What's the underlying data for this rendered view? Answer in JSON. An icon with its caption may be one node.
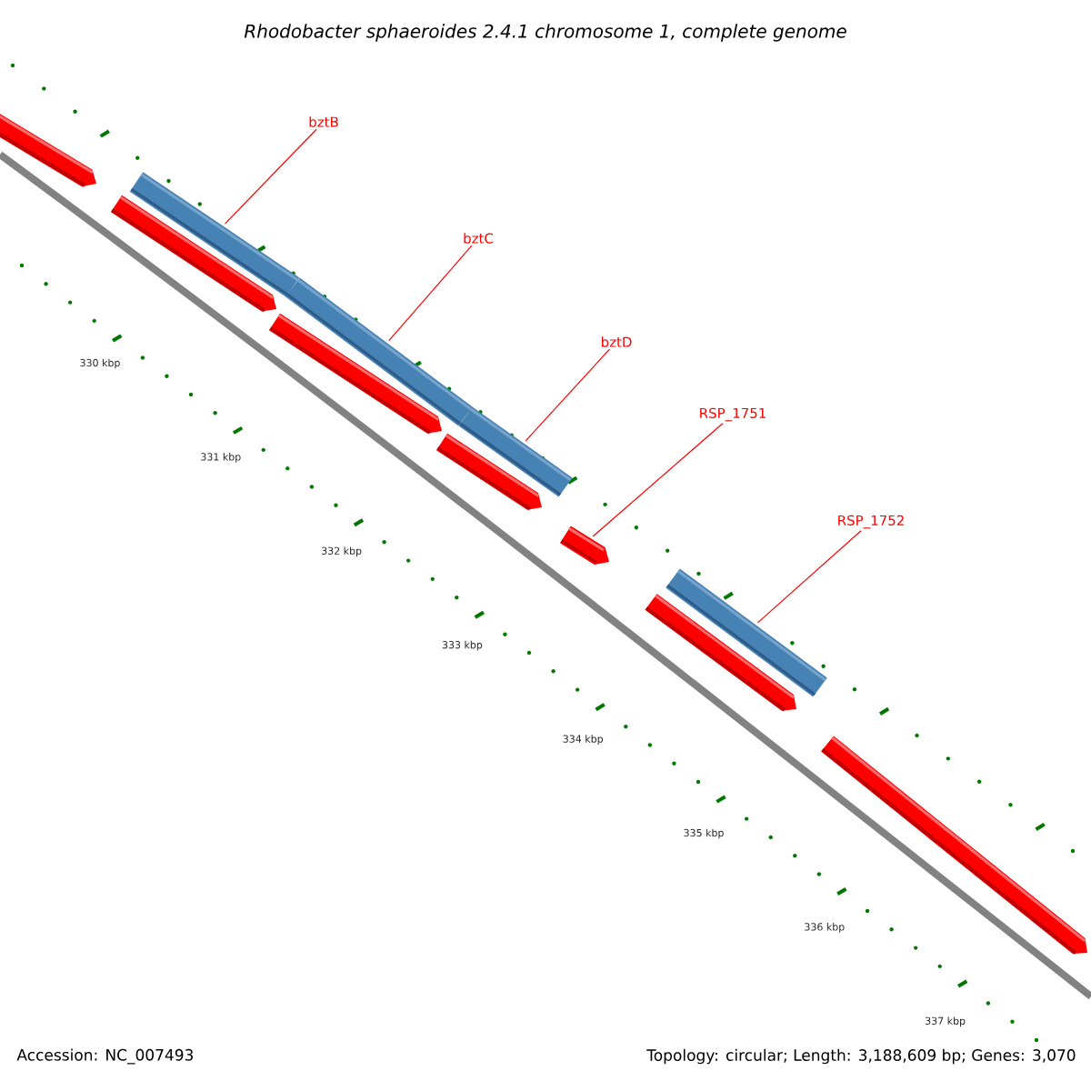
{
  "diagram": {
    "title": "Rhodobacter sphaeroides 2.4.1 chromosome 1, complete genome",
    "nodes": [
      {
        "text": [
          "bztB"
        ]
      },
      {
        "text": [
          "bztC"
        ]
      },
      {
        "text": [
          "bztD"
        ]
      },
      {
        "text": [
          "RSP_1751"
        ]
      },
      {
        "text": [
          "RSP_1752"
        ]
      },
      {
        "text": [],
        "shape": "bar"
      },
      {
        "text": [],
        "shape": "bar"
      },
      {
        "text": [],
        "shape": "bar"
      },
      {
        "text": [],
        "shape": "bar"
      },
      {
        "text": [],
        "shape": "bar"
      }
    ],
    "edges": [
      {
        "from": 0,
        "to": 5,
        "arrow": "none"
      },
      {
        "from": 1,
        "to": 6,
        "arrow": "none"
      },
      {
        "from": 2,
        "to": 7,
        "arrow": "none"
      },
      {
        "from": 3,
        "to": 8,
        "arrow": "none"
      },
      {
        "from": 4,
        "to": 9,
        "arrow": "none"
      }
    ],
    "labels": [
      "330 kbp",
      "331 kbp",
      "332 kbp",
      "333 kbp",
      "334 kbp",
      "335 kbp",
      "336 kbp",
      "337 kbp",
      "Accession: NC_007493",
      "Topology: circular; Length: 3,188,609 bp; Genes: 3,070"
    ]
  }
}
